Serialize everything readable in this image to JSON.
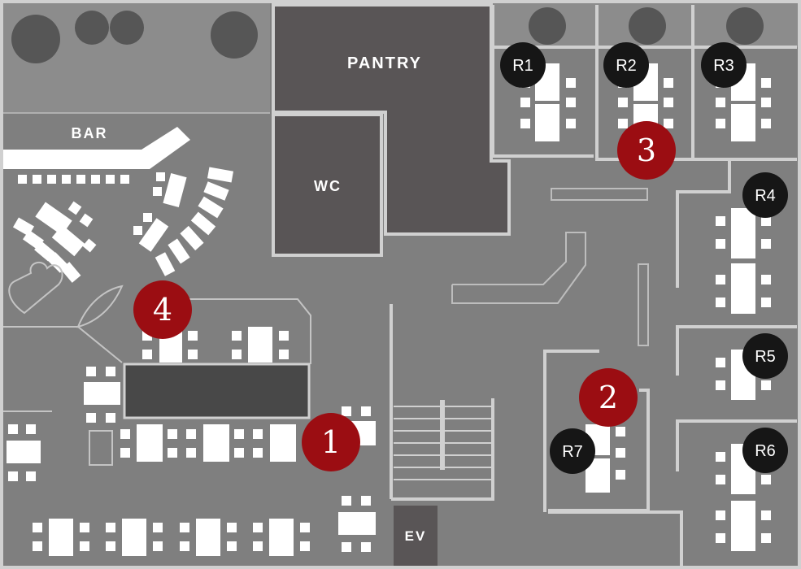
{
  "colors": {
    "floor": "#7f7f7f",
    "floor_light": "#8c8c8c",
    "wall": "#d0d0d0",
    "dark_block": "#595556",
    "counter": "#484848",
    "furniture": "#ffffff",
    "tree": "#565656",
    "section_marker": "#9b0d12",
    "room_badge": "#161616"
  },
  "labels": {
    "pantry": "PANTRY",
    "wc": "WC",
    "bar": "BAR",
    "ev": "EV"
  },
  "room_badges": [
    "R1",
    "R2",
    "R3",
    "R4",
    "R5",
    "R6",
    "R7"
  ],
  "section_markers": [
    "1",
    "2",
    "3",
    "4"
  ]
}
